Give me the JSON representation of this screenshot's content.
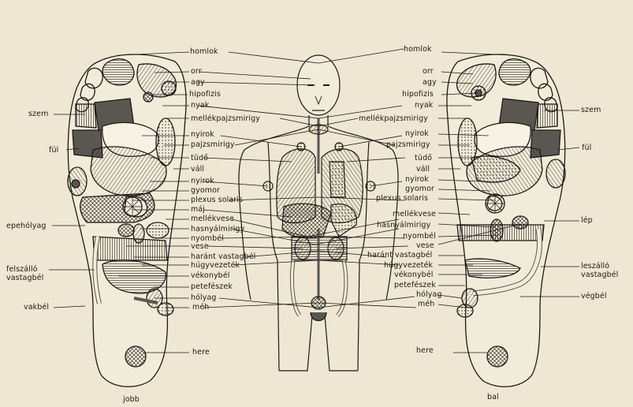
{
  "diagram": {
    "organ_labels": {
      "homlok_left": "homlok",
      "homlok_right": "homlok",
      "orr_left": "orr",
      "orr_right": "orr",
      "agy_left": "agy",
      "agy_right": "agy",
      "hipofizis_left": "hipofizis",
      "hipofizis_right": "hipofizis",
      "szem_left": "szem",
      "szem_right": "szem",
      "nyak_left": "nyak",
      "nyak_right": "nyak",
      "mellekpajzs_left": "mellékpajzsmirigy",
      "mellekpajzs_right": "mellékpajzsmirigy",
      "nyirok_left": "nyirok",
      "nyirok_right": "nyirok",
      "pajzsmirigy_left": "pajzsmirigy",
      "pajzsmirigy_right": "pajzsmirigy",
      "ful_left": "fül",
      "ful_right": "fül",
      "tudo_left": "tüdő",
      "tudo_right": "tüdő",
      "vall_left": "váll",
      "vall_right": "váll",
      "nyirok2_left": "nyirok",
      "nyirok2_right": "nyirok",
      "gyomor_left": "gyomor",
      "gyomor_right": "gyomor",
      "plexus_left": "plexus solaris",
      "plexus_right": "plexus solaris",
      "maj": "máj",
      "mellekvese_left": "mellékvese",
      "mellekvese_right": "mellékvese",
      "hasnyal_left": "hasnyálmirigy",
      "hasnyal_right": "hasnyálmirigy",
      "lep": "lép",
      "epeholyag": "epehólyag",
      "nyombel_left": "nyombél",
      "nyombel_right": "nyombél",
      "vese_left": "vese",
      "vese_right": "vese",
      "harant_left": "haránt vastagbél",
      "harant_right": "haránt vastagbél",
      "felszallo": "felszálló\nvastagbél",
      "leszallo": "leszálló\nvastagbél",
      "hugyvezetek_left": "húgyvezeték",
      "hugyvezetek_right": "húgyvezeték",
      "vekonybel_left": "vékonybél",
      "vekonybel_right": "vékonybél",
      "petefeszek_left": "petefészek",
      "petefeszek_right": "petefészek",
      "vegbel": "végbél",
      "vakbel": "vakbél",
      "holyag_left": "hólyag",
      "holyag_right": "hólyag",
      "meh_left": "méh",
      "meh_right": "méh",
      "here_left": "here",
      "here_right": "here"
    },
    "foot_labels": {
      "right_foot": "jobb",
      "left_foot": "bal"
    }
  },
  "colors": {
    "paper": "#efe7d3",
    "ink": "#1d1a16",
    "shade": "#5a5650",
    "light_shade": "#b9b2a4"
  }
}
